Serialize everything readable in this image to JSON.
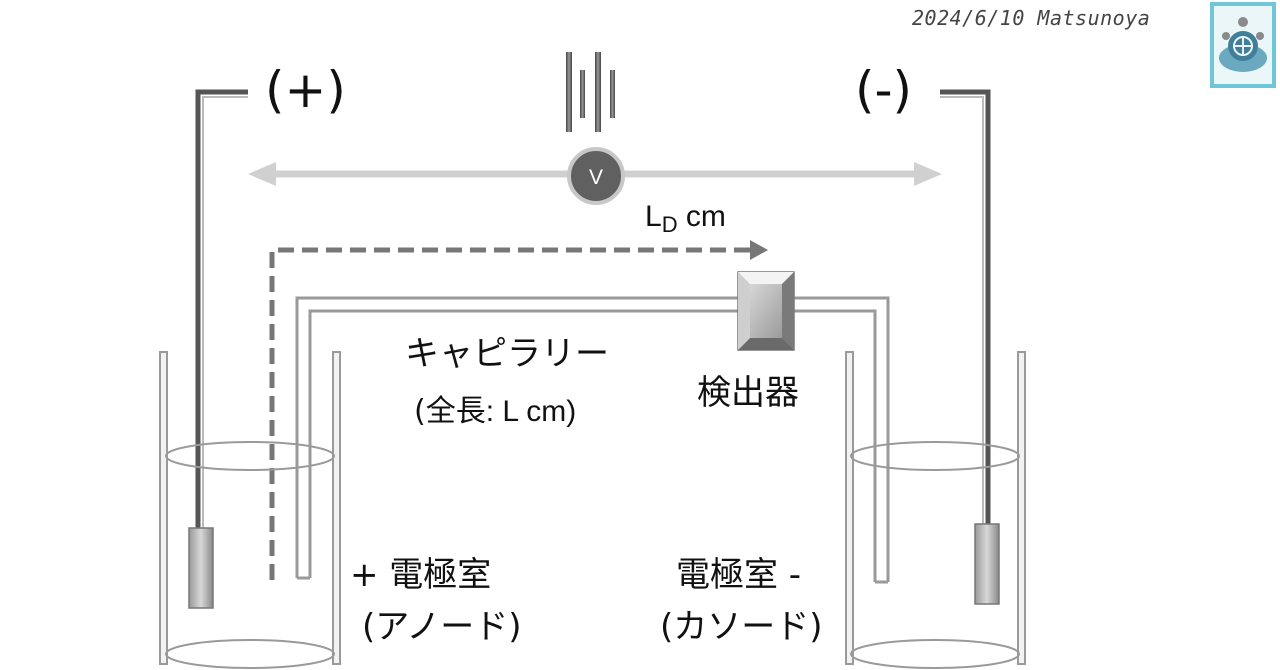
{
  "header": {
    "credit": "2024/6/10 Matsunoya",
    "logo_icon": "matsunoya-logo-icon"
  },
  "electrodes": {
    "anode_sign": "(+)",
    "cathode_sign": "(-)"
  },
  "voltmeter": {
    "symbol": "V"
  },
  "effective_length": {
    "prefix": "L",
    "subscript": "D",
    "unit": " cm"
  },
  "capillary": {
    "name": "キャピラリー",
    "total_length_open": "(",
    "total_length_word": "全長",
    "total_length_value": ": L cm)"
  },
  "detector": {
    "label": "検出器"
  },
  "anode_chamber": {
    "title": "+ 電極室",
    "subtitle": "(アノード)"
  },
  "cathode_chamber": {
    "title": "電極室 -",
    "subtitle": "(カソード)"
  },
  "colors": {
    "electrode_wire": "#555555",
    "capillary_outline": "#9a9a9a",
    "arrow": "#d0d0d0",
    "voltmeter_fill": "#606060",
    "dashed_path": "#777777",
    "logo_border": "#6fc6d6"
  }
}
